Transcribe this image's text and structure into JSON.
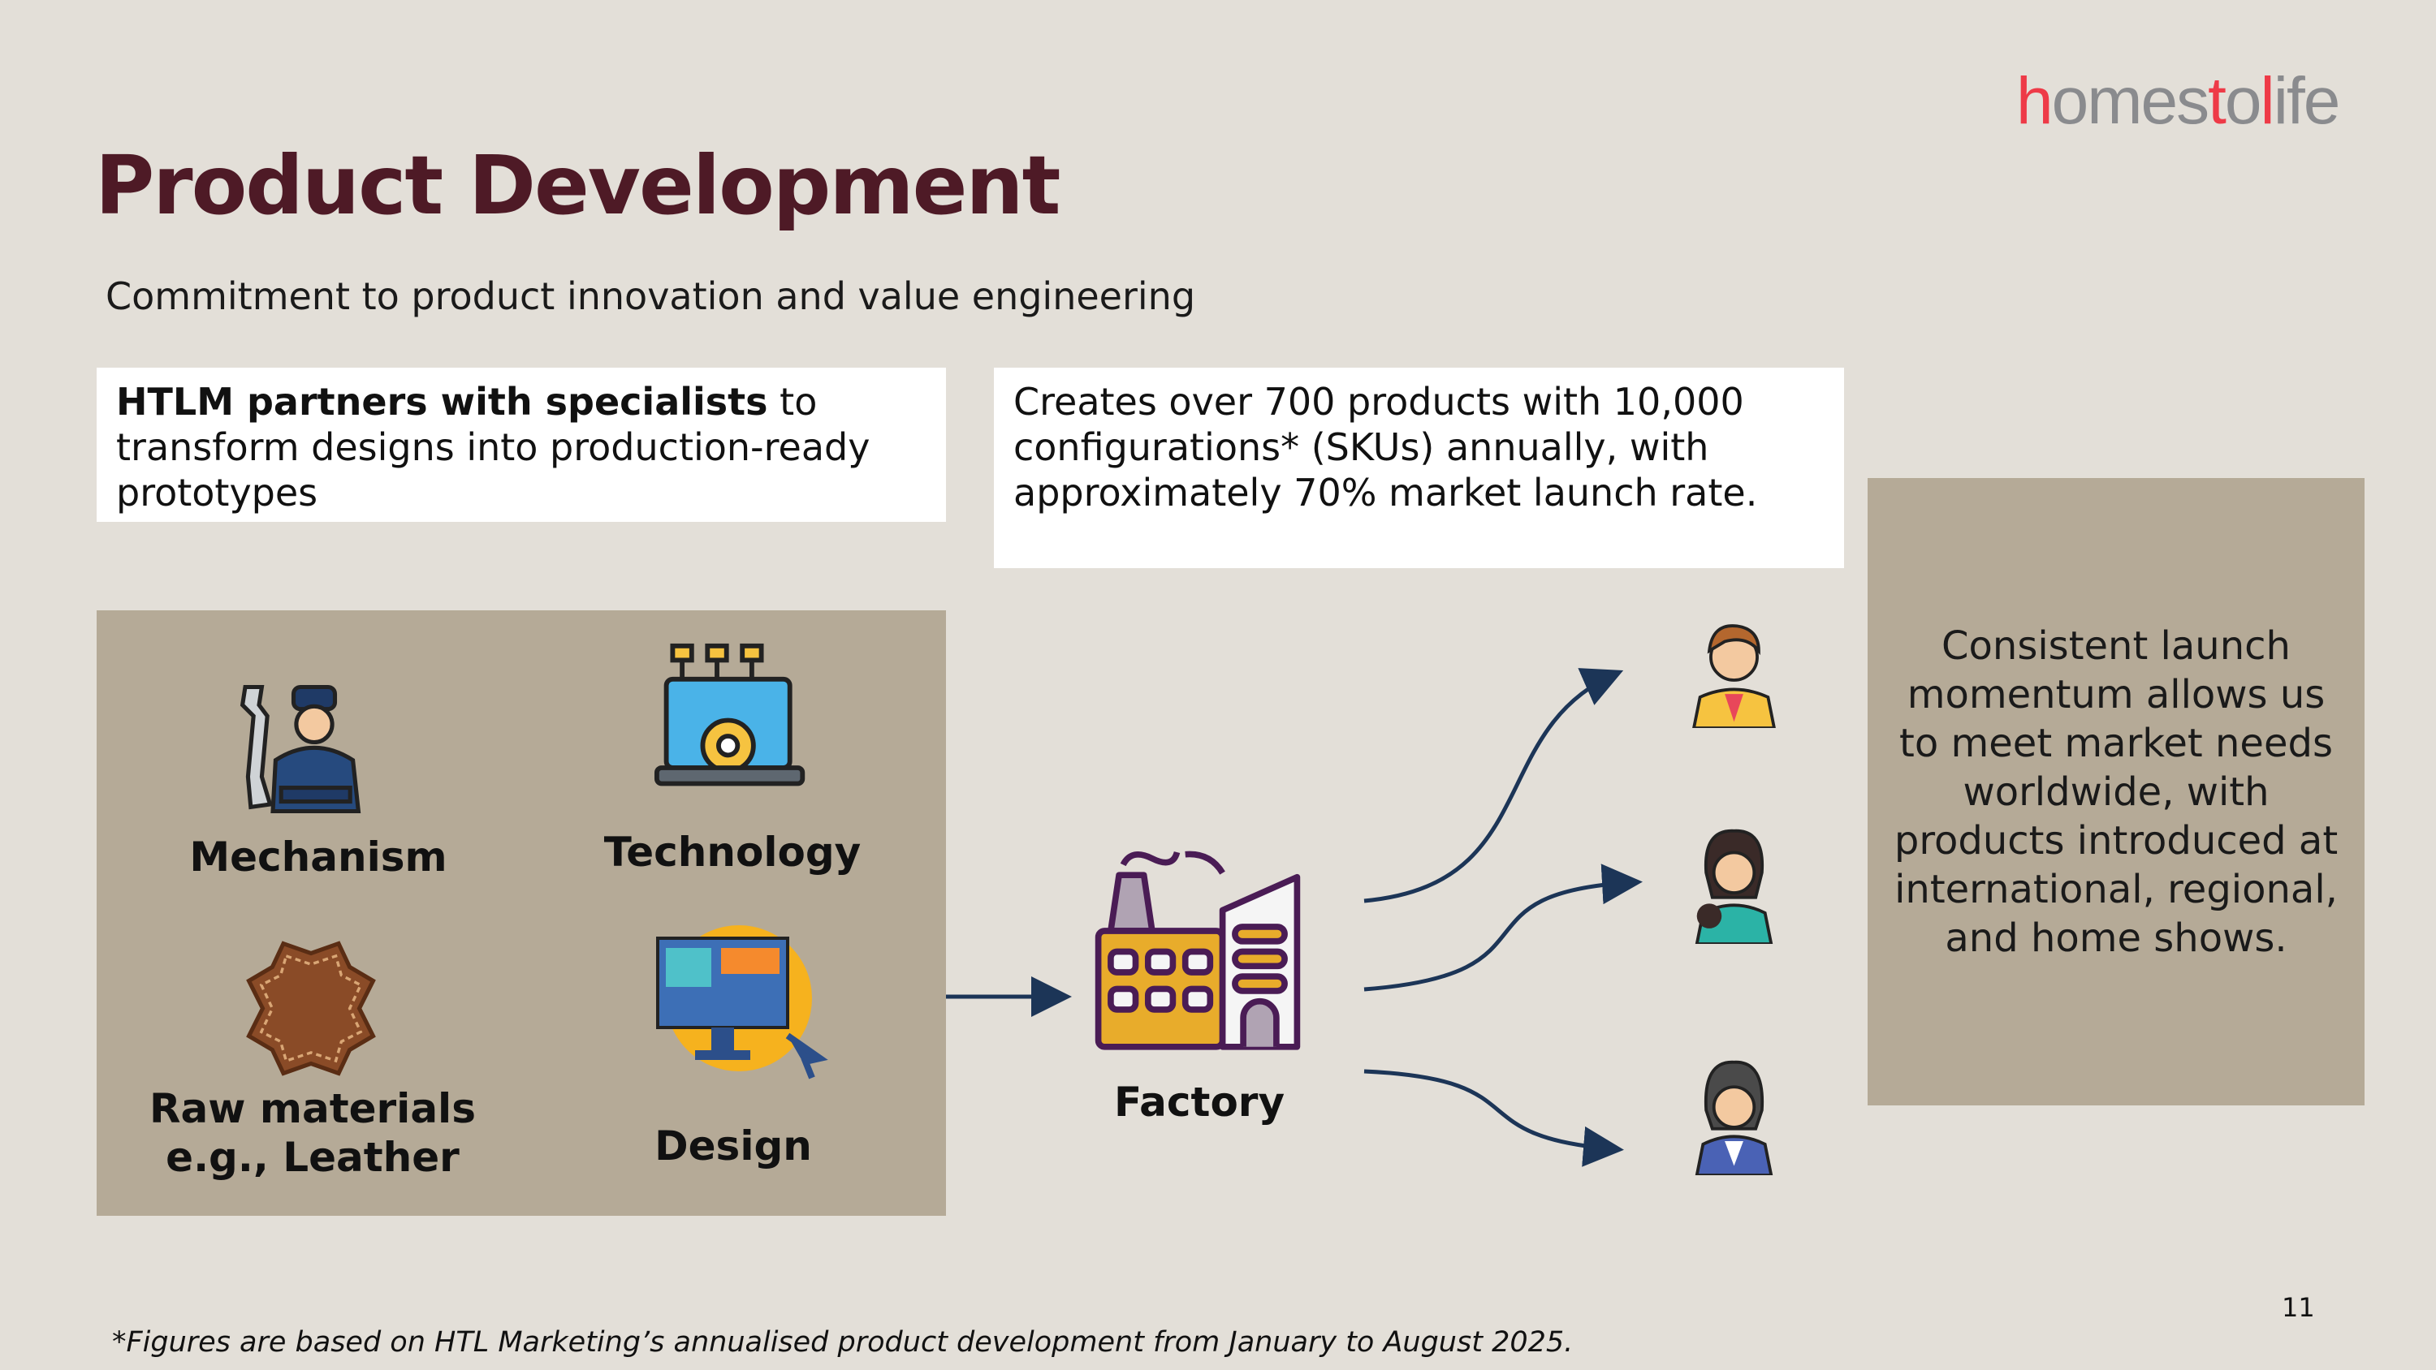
{
  "logo": {
    "p1": "h",
    "p2": "omes",
    "p3": "t",
    "p4": "o",
    "p5": "l",
    "p6": "ife",
    "text": "homestolife"
  },
  "title": "Product Development",
  "subtitle": "Commitment to product innovation and value engineering",
  "box1": {
    "bold": "HTLM partners with specialists",
    "rest": " to transform designs into production-ready prototypes"
  },
  "box2": {
    "text": "Creates over 700 products with 10,000 configurations* (SKUs) annually, with approximately 70% market launch rate."
  },
  "specialists": {
    "mechanism": "Mechanism",
    "technology": "Technology",
    "raw_materials_line1": "Raw materials",
    "raw_materials_line2": "e.g., Leather",
    "design": "Design"
  },
  "factory_label": "Factory",
  "right_box": "Consistent launch momentum allows us to meet market needs worldwide, with products introduced at international, regional, and home shows.",
  "page_number": "11",
  "footnote": "*Figures are based on HTL Marketing’s annualised product development from January to August 2025.",
  "colors": {
    "title": "#4e1a26",
    "panel": "#b5aa97",
    "arrow": "#1c3557",
    "logo_red": "#ee3a47",
    "logo_grey": "#8a8b8e"
  }
}
